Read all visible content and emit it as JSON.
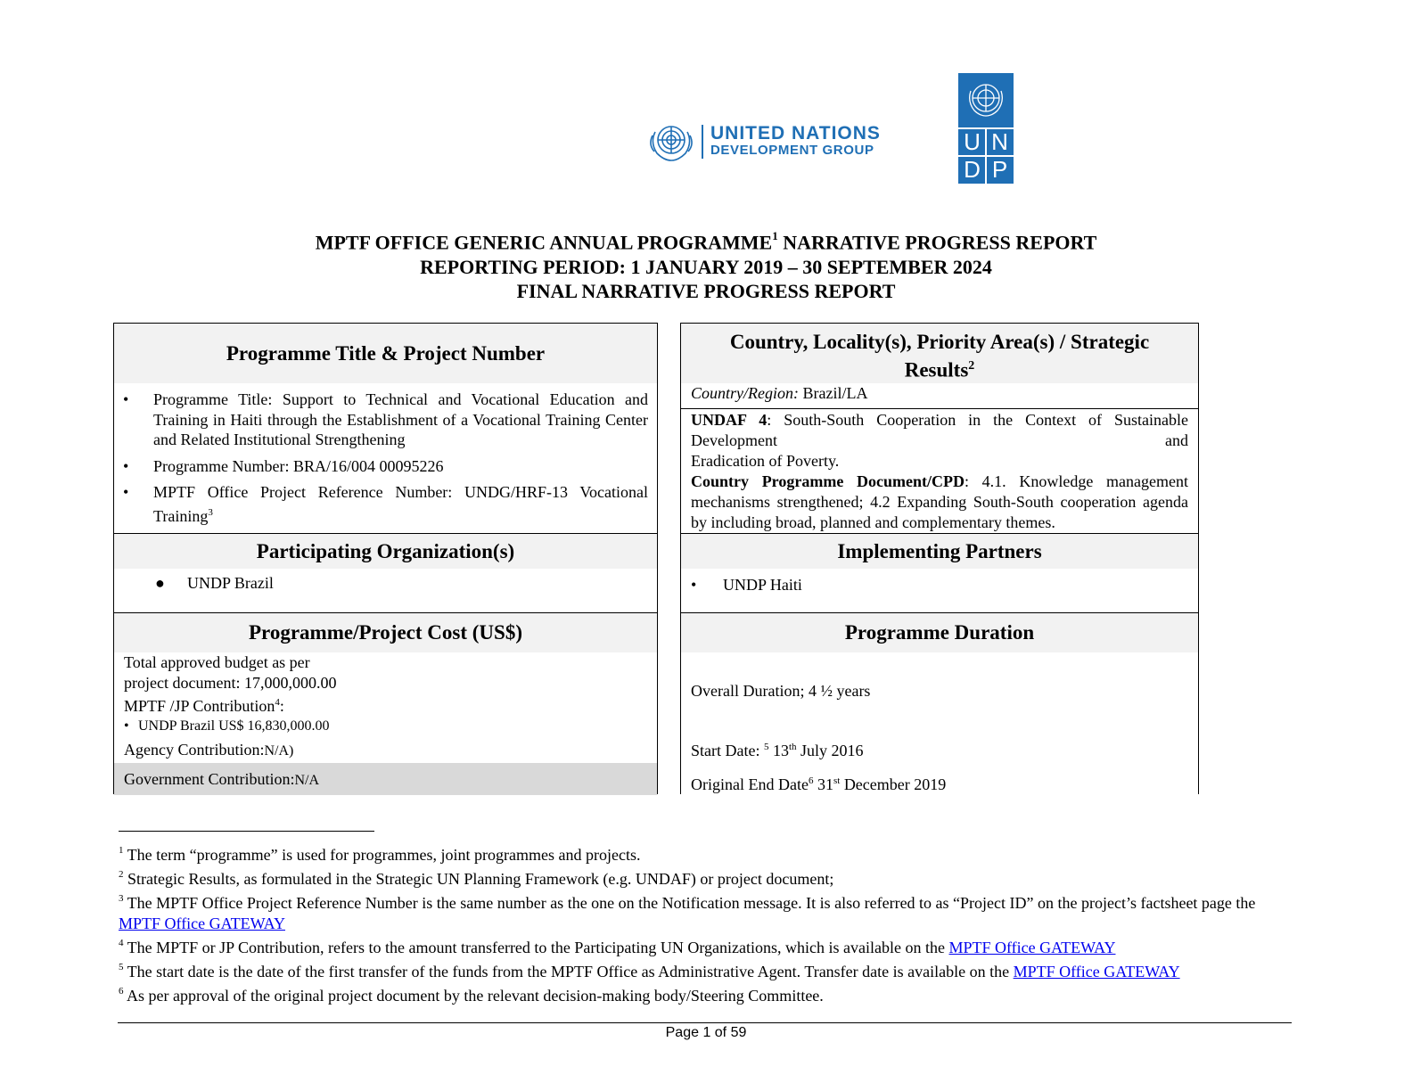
{
  "logos": {
    "undg_line1": "UNITED NATIONS",
    "undg_line2": "DEVELOPMENT GROUP",
    "undp_letters": [
      "U",
      "N",
      "D",
      "P"
    ],
    "brand_color": "#1f6fb5"
  },
  "title": {
    "line1_a": "MPTF OFFICE GENERIC ANNUAL PROGRAMME",
    "line1_sup": "1",
    "line1_b": " NARRATIVE PROGRESS REPORT",
    "line2": "REPORTING PERIOD: 1 JANUARY 2019 – 30 SEPTEMBER 2024",
    "line3": "FINAL NARRATIVE PROGRESS REPORT"
  },
  "left_table": {
    "title_header": "Programme Title & Project Number",
    "bullet1": "Programme Title: Support to Technical and Vocational Education and Training in Haiti through the Establishment of a Vocational Training Center and Related Institutional Strengthening",
    "bullet2": "Programme Number: BRA/16/004 00095226",
    "bullet3": "MPTF Office Project Reference Number: UNDG/HRF-13 Vocational Training",
    "bullet3_sup": "3",
    "org_header": "Participating Organization(s)",
    "org_item": "UNDP Brazil",
    "cost_header": "Programme/Project Cost (US$)",
    "cost_line1": "Total approved budget as per",
    "cost_line2": "project document: 17,000,000.00",
    "cost_line3": "MPTF /JP Contribution",
    "cost_line3_sup": "4",
    "cost_line3_end": ":",
    "cost_bullet": "UNDP Brazil US$ 16,830,000.00",
    "agency_label": "Agency Contribution:",
    "agency_value": "N/A)",
    "gov_label": "Government Contribution:",
    "gov_value": "N/A"
  },
  "right_table": {
    "country_header_line1": "Country, Locality(s), Priority Area(s) / Strategic",
    "country_header_line2": "Results",
    "country_header_sup": "2",
    "country_label": "Country/Region:",
    "country_value": " Brazil/LA",
    "undaf_label": "UNDAF 4",
    "undaf_text_a": ": South-South Cooperation in the Context of Sustainable Development",
    "undaf_text_and": "and",
    "undaf_text_b": "Eradication of Poverty.",
    "cpd_label": "Country Programme Document/CPD",
    "cpd_text": ": 4.1. Knowledge management mechanisms strengthened; 4.2 Expanding South-South cooperation agenda by including broad, planned and complementary themes.",
    "impl_header": "Implementing Partners",
    "impl_item": "UNDP Haiti",
    "duration_header": "Programme Duration",
    "overall": "Overall Duration; 4 ½ years",
    "start_a": "Start Date: ",
    "start_sup": "5",
    "start_b": " 13",
    "start_th": "th",
    "start_c": " July 2016",
    "end_a": "Original End Date",
    "end_sup": "6",
    "end_b": " 31",
    "end_st": "st",
    "end_c": " December 2019"
  },
  "footnotes": {
    "fn1_num": "1",
    "fn1": " The term “programme” is used for programmes, joint programmes and projects.",
    "fn2_num": "2",
    "fn2": " Strategic Results, as formulated in the Strategic UN Planning Framework (e.g. UNDAF) or project document;",
    "fn3_num": "3",
    "fn3": " The MPTF Office Project Reference Number is the same number as the one on the Notification message. It is also referred to as “Project ID” on the project’s factsheet page the ",
    "fn3_link": "MPTF Office GATEWAY",
    "fn4_num": "4",
    "fn4": " The MPTF or JP Contribution, refers to the amount transferred to the Participating UN Organizations, which is available on the ",
    "fn4_link": "MPTF Office GATEWAY",
    "fn5_num": "5",
    "fn5": " The start date is the date of the first transfer of the funds from the MPTF Office as Administrative Agent. Transfer date is available on the ",
    "fn5_link": "MPTF Office GATEWAY",
    "fn6_num": "6",
    "fn6": " As per approval of the original project document by the relevant decision-making body/Steering Committee."
  },
  "page_number": "Page 1 of 59"
}
